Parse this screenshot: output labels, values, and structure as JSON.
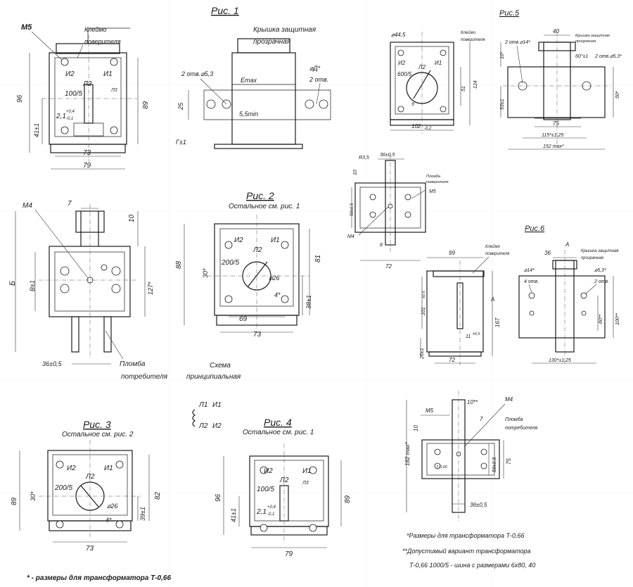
{
  "figures": {
    "fig1": {
      "title": "Рис. 1"
    },
    "fig2": {
      "title": "Рис. 2",
      "note": "Остальное см. рис. 1"
    },
    "fig3": {
      "title": "Рис. 3",
      "note": "Остальное см. рис. 2"
    },
    "fig4": {
      "title": "Рис. 4",
      "note": "Остальное см. рис. 1"
    },
    "fig5": {
      "title": "Рис.5"
    },
    "fig6": {
      "title": "Рис.6"
    }
  },
  "labels": {
    "m5": "М5",
    "m4": "М4",
    "clamp_verifier": "Клеймо",
    "clamp_verifier2": "поверителя",
    "cover": "Крышка защитная",
    "cover2": "прозрачная",
    "emax": "Emax",
    "holes_53": "2 отв.⌀5,3",
    "holes_d": "2 отв.",
    "d_label": "⌀Д*",
    "min55": "5,5min",
    "g1": "Г±1",
    "i2": "И2",
    "i1": "И1",
    "l2": "Л2",
    "l3": "Л3",
    "r100": "100/5",
    "r200": "200/5",
    "r600": "600/5",
    "d26": "⌀26",
    "ang30": "30*",
    "ang4": "4*",
    "dim73": "73",
    "dim79": "79",
    "dim96": "96",
    "dim89": "89",
    "dim25": "25",
    "dim41": "41±1",
    "dim21": "2,1",
    "dim21sup": "+0,4",
    "dim21sub": "-0,1",
    "dim7": "7",
    "dim10": "10",
    "dimB": "Б",
    "dimV": "В±1",
    "dim127": "127*",
    "dim365": "36±0,5",
    "seal_consumer": "Пломба",
    "seal_consumer2": "потребителя",
    "scheme1": "Схема",
    "scheme2": "принципиальная",
    "sch_l1": "Л1",
    "sch_i1": "И1",
    "sch_l2": "Л2",
    "sch_i2": "И2",
    "dim88": "88",
    "dim81": "81",
    "dim69": "69",
    "dim38": "38±1",
    "dim82": "82",
    "dim39": "39±1",
    "d445": "⌀44,5",
    "dim51": "51",
    "dim124": "124",
    "dim9": "9",
    "dim102": "102",
    "dim102sub": "-0,2",
    "holes14": "2 отв.⌀14*",
    "dim40": "40",
    "cover_s": "Крышка защитная",
    "cover_s2": "прозрачная",
    "ang60": "60°±1",
    "holes53b": "2 отв.⌀5,3*",
    "dim10s": "10*",
    "dim53": "53±1",
    "dim50": "50*",
    "dim75": "75",
    "dim115": "115*±1,25",
    "dim152": "152 max*",
    "r35": "R3,5",
    "seal_ver": "Пломба",
    "seal_ver2": "поверителя",
    "dim58": "58±0,5",
    "dim8": "8",
    "dim72": "72",
    "dim99": "99",
    "dim36": "36",
    "dimA": "А",
    "dim101": "101",
    "dim101sup": "±0,5",
    "dim167": "167",
    "dim11": "11",
    "dim11sup": "±0,5",
    "dim26": "26±1",
    "holes4": "4 отв.",
    "d14": "⌀14*",
    "d53": "⌀5,3*",
    "holes2": "2 отв.",
    "dim60": "60**",
    "dim100": "100**",
    "dim130": "130*±1,25",
    "dim10ss": "10**",
    "dim182": "182 max*",
    "dim58b": "58±0,5",
    "dim36b": "36±0,5",
    "t066": "Т-0,66",
    "note1": "*Размеры для трансформатора Т-0,66",
    "note2": "**Допустимый вариант трансформатора",
    "note3": "Т-0,66 1000/5 - шина с размерами 6х80, 40",
    "note_bottom": "* - размеры для трансформатора Т-0,66"
  }
}
